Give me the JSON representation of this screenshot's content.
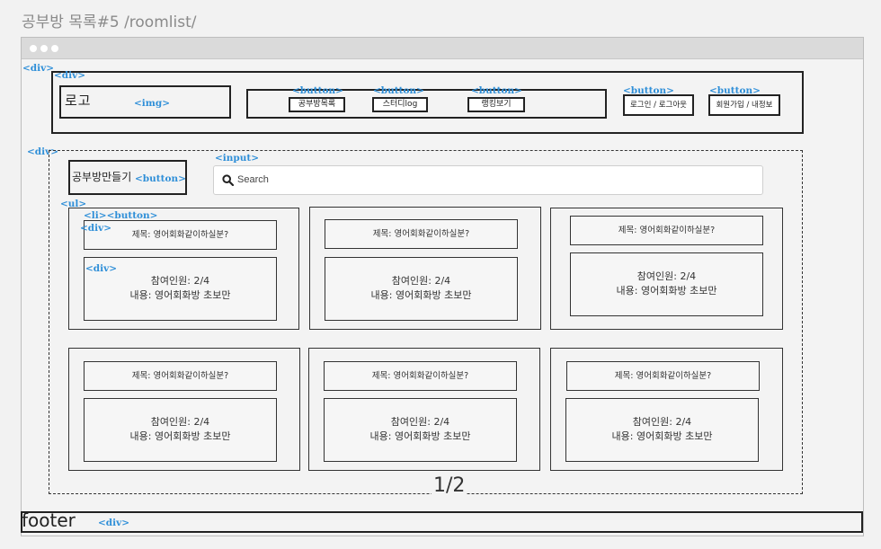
{
  "page": {
    "title": "공부방 목록#5  /roomlist/"
  },
  "tags": {
    "div": "<div>",
    "img": "<img>",
    "button": "<button>",
    "input": "<input>",
    "ul": "<ul>",
    "li_button": "<li><button>"
  },
  "header": {
    "logo_text": "로고",
    "nav": [
      "공부방목록",
      "스터디log",
      "랭킹보기"
    ],
    "auth": [
      "로그인 / 로그아웃",
      "회원가입 / 내정보"
    ]
  },
  "main": {
    "create_button": "공부방만들기",
    "search_placeholder": "Search",
    "rooms": [
      {
        "title": "제목: 영어회화같이하실분?",
        "participants": "참여인원: 2/4",
        "content": "내용: 영어회화방 초보만"
      },
      {
        "title": "제목: 영어회화같이하실분?",
        "participants": "참여인원: 2/4",
        "content": "내용: 영어회화방 초보만"
      },
      {
        "title": "제목: 영어회화같이하실분?",
        "participants": "참여인원: 2/4",
        "content": "내용: 영어회화방 초보만"
      },
      {
        "title": "제목: 영어회화같이하실분?",
        "participants": "참여인원: 2/4",
        "content": "내용: 영어회화방 초보만"
      },
      {
        "title": "제목: 영어회화같이하실분?",
        "participants": "참여인원: 2/4",
        "content": "내용: 영어회화방 초보만"
      },
      {
        "title": "제목: 영어회화같이하실분?",
        "participants": "참여인원: 2/4",
        "content": "내용: 영어회화방 초보만"
      }
    ],
    "pagination": "1/2"
  },
  "footer": {
    "text": "footer"
  },
  "colors": {
    "tag_accent": "#2f8fd8",
    "border": "#222222",
    "background": "#f3f3f3"
  },
  "icons": {
    "search": "search-icon"
  }
}
